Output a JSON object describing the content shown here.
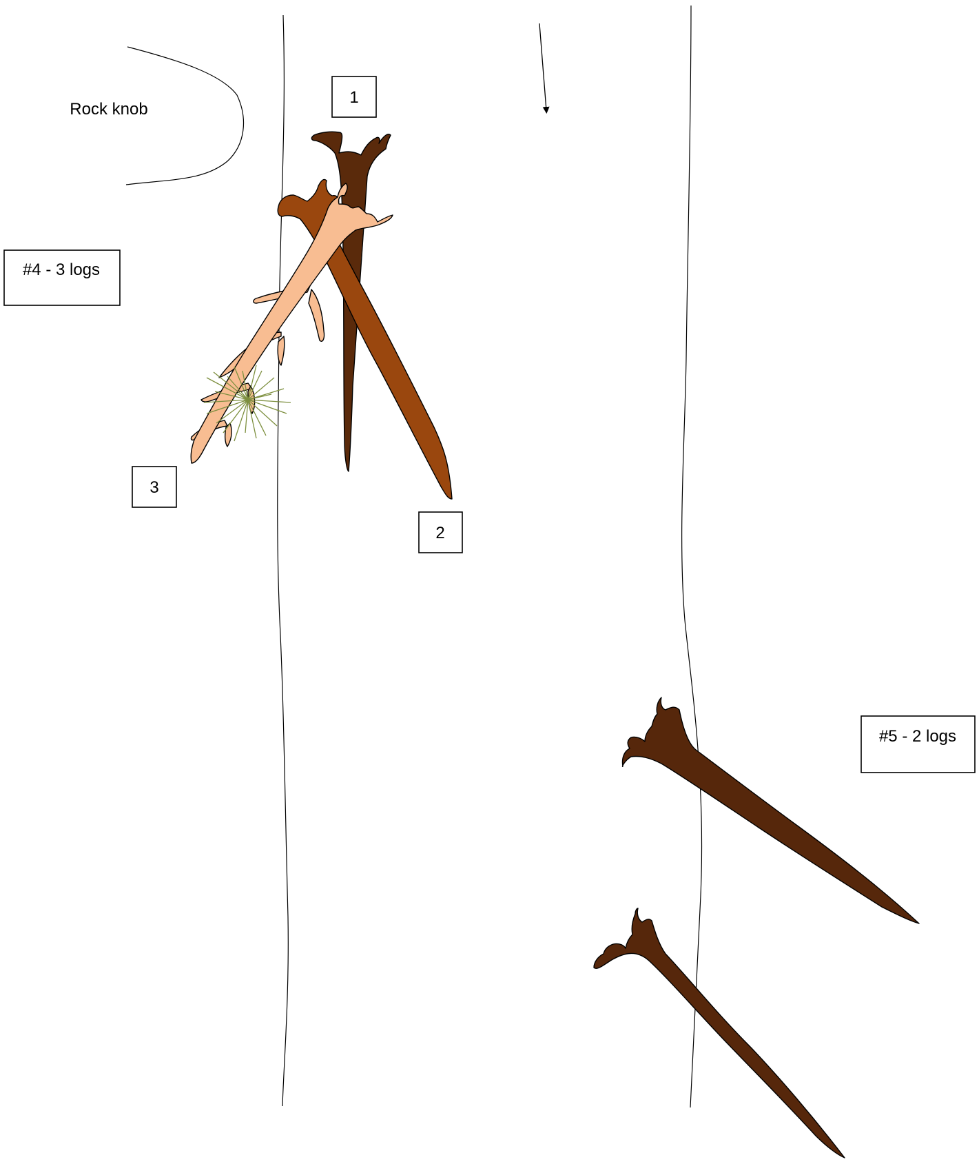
{
  "labels": {
    "rock_knob": "Rock knob",
    "group_4": "#4 - 3 logs",
    "group_5": "#5 - 2 logs",
    "log_1": "1",
    "log_2": "2",
    "log_3": "3"
  },
  "colors": {
    "log_1": "#5a2a0b",
    "log_2": "#9a470e",
    "log_3": "#f8bd92",
    "group_5_logs": "#56270b",
    "needles": "#7d8f3f",
    "outline": "#000000"
  },
  "icons": {
    "flow_direction": "down-arrow-icon"
  }
}
